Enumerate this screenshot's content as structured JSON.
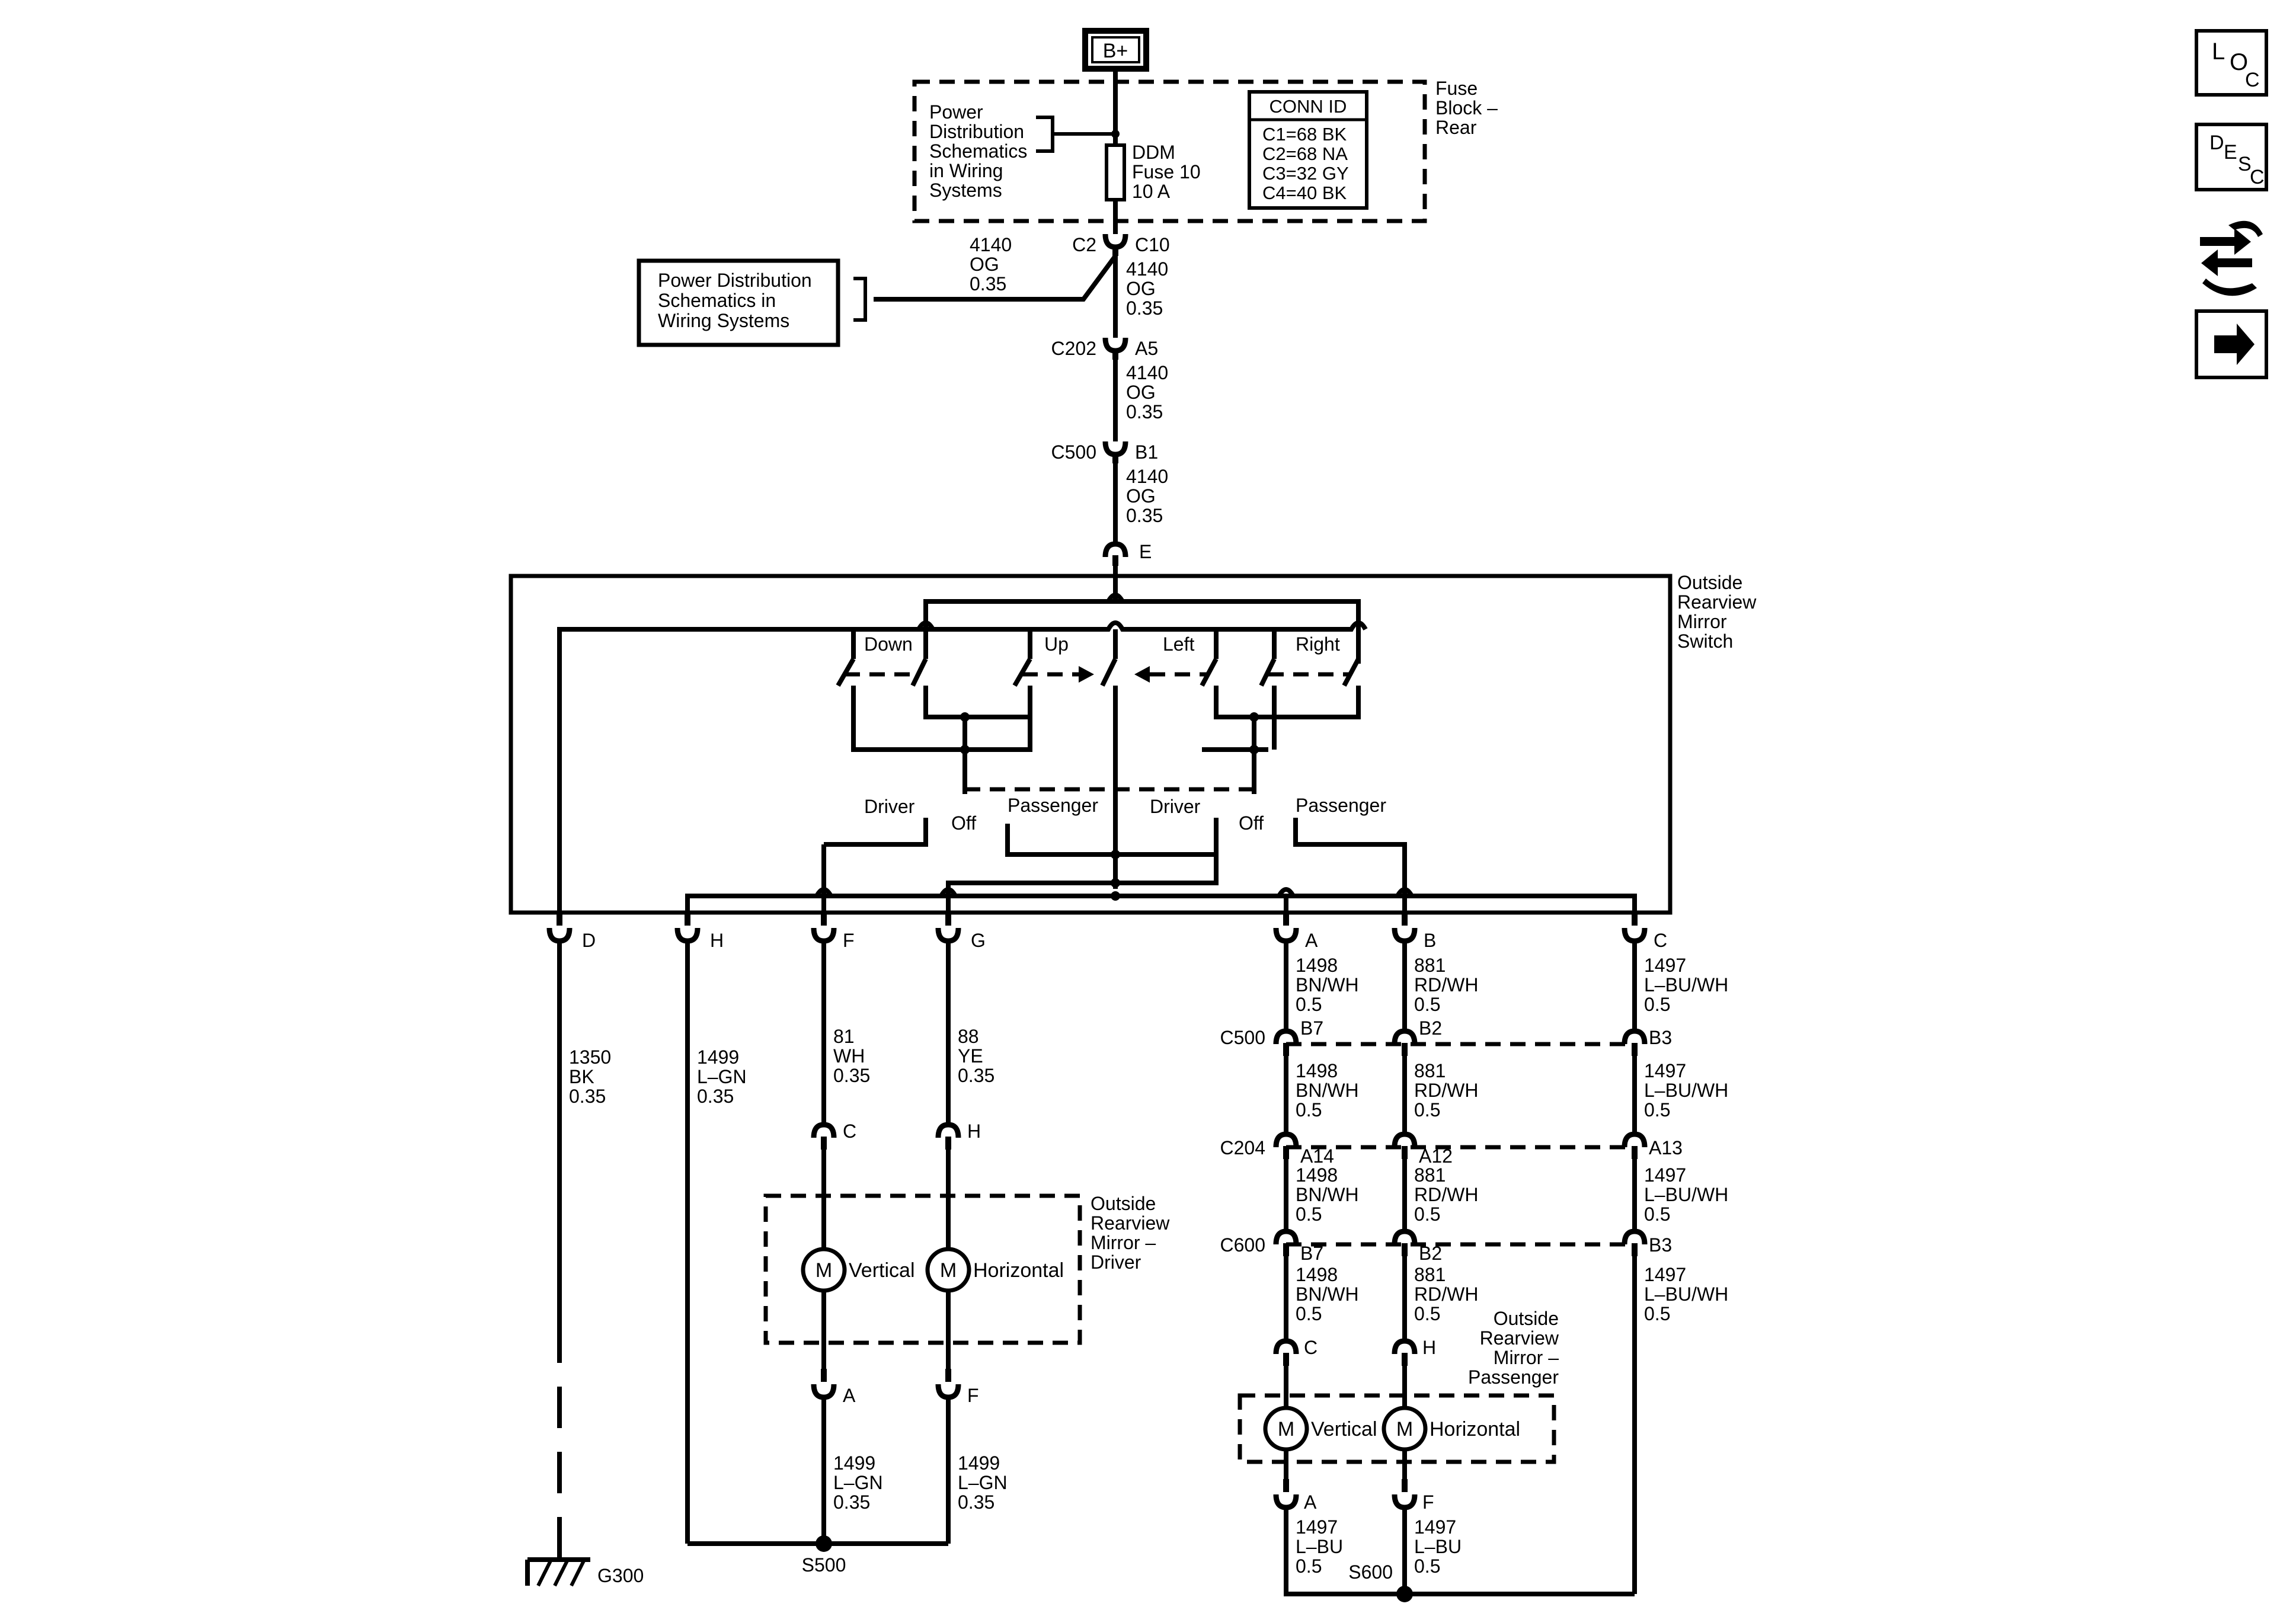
{
  "power": {
    "source": "B+"
  },
  "fuse_block": {
    "title": [
      "Fuse",
      "Block –",
      "Rear"
    ],
    "ref": [
      "Power",
      "Distribution",
      "Schematics",
      "in Wiring",
      "Systems"
    ],
    "fuse": [
      "DDM",
      "Fuse 10",
      "10 A"
    ],
    "conn_header": "CONN ID",
    "conn_ids": [
      "C1=68 BK",
      "C2=68 NA",
      "C3=32 GY",
      "C4=40 BK"
    ]
  },
  "ref_box": [
    "Power Distribution",
    "Schematics in",
    "Wiring Systems"
  ],
  "connectors": {
    "c2": "C2",
    "c10": "C10",
    "c202": "C202",
    "a5": "A5",
    "c500_top": "C500",
    "b1": "B1",
    "e": "E",
    "d": "D",
    "h": "H",
    "f": "F",
    "g": "G",
    "a": "A",
    "b": "B",
    "c": "C",
    "c500": "C500",
    "b7": "B7",
    "b2": "B2",
    "b3": "B3",
    "c204": "C204",
    "a14": "A14",
    "a12": "A12",
    "a13": "A13",
    "c600": "C600",
    "b7b": "B7",
    "b2b": "B2",
    "b3b": "B3",
    "drv_c": "C",
    "drv_h": "H",
    "drv_a": "A",
    "drv_f": "F",
    "pas_c": "C",
    "pas_h": "H",
    "pas_a": "A",
    "pas_f": "F"
  },
  "wires": {
    "w_c2": [
      "4140",
      "OG",
      "0.35"
    ],
    "w_c10": [
      "4140",
      "OG",
      "0.35"
    ],
    "w_a5": [
      "4140",
      "OG",
      "0.35"
    ],
    "w_b1": [
      "4140",
      "OG",
      "0.35"
    ],
    "w_d": [
      "1350",
      "BK",
      "0.35"
    ],
    "w_h": [
      "1499",
      "L–GN",
      "0.35"
    ],
    "w_f": [
      "81",
      "WH",
      "0.35"
    ],
    "w_g": [
      "88",
      "YE",
      "0.35"
    ],
    "w_a1": [
      "1498",
      "BN/WH",
      "0.5"
    ],
    "w_b1r": [
      "881",
      "RD/WH",
      "0.5"
    ],
    "w_c1": [
      "1497",
      "L–BU/WH",
      "0.5"
    ],
    "w_a2": [
      "1498",
      "BN/WH",
      "0.5"
    ],
    "w_b2": [
      "881",
      "RD/WH",
      "0.5"
    ],
    "w_c2r": [
      "1497",
      "L–BU/WH",
      "0.5"
    ],
    "w_a3": [
      "1498",
      "BN/WH",
      "0.5"
    ],
    "w_b3": [
      "881",
      "RD/WH",
      "0.5"
    ],
    "w_c3": [
      "1497",
      "L–BU/WH",
      "0.5"
    ],
    "w_a4": [
      "1498",
      "BN/WH",
      "0.5"
    ],
    "w_b4": [
      "881",
      "RD/WH",
      "0.5"
    ],
    "w_c4": [
      "1497",
      "L–BU/WH",
      "0.5"
    ],
    "w_drv_a": [
      "1499",
      "L–GN",
      "0.35"
    ],
    "w_drv_f": [
      "1499",
      "L–GN",
      "0.35"
    ],
    "w_pas_a": [
      "1497",
      "L–BU",
      "0.5"
    ],
    "w_pas_f": [
      "1497",
      "L–BU",
      "0.5"
    ]
  },
  "switch": {
    "title": [
      "Outside",
      "Rearview",
      "Mirror",
      "Switch"
    ],
    "down": "Down",
    "up": "Up",
    "left": "Left",
    "right": "Right",
    "driver1": "Driver",
    "off1": "Off",
    "passenger1": "Passenger",
    "driver2": "Driver",
    "off2": "Off",
    "passenger2": "Passenger"
  },
  "mirror_driver": {
    "title": [
      "Outside",
      "Rearview",
      "Mirror –",
      "Driver"
    ],
    "motor_symbol": "M",
    "vertical": "Vertical",
    "horizontal": "Horizontal"
  },
  "mirror_passenger": {
    "title": [
      "Outside",
      "Rearview",
      "Mirror –",
      "Passenger"
    ],
    "motor_symbol": "M",
    "vertical": "Vertical",
    "horizontal": "Horizontal"
  },
  "splices": {
    "s500": "S500",
    "s600": "S600"
  },
  "ground": {
    "g300": "G300"
  },
  "icons": {
    "loc": {
      "a": "L",
      "b": "O",
      "c": "C"
    },
    "desc": {
      "a": "D",
      "b": "E",
      "c": "S",
      "d": "C"
    }
  }
}
